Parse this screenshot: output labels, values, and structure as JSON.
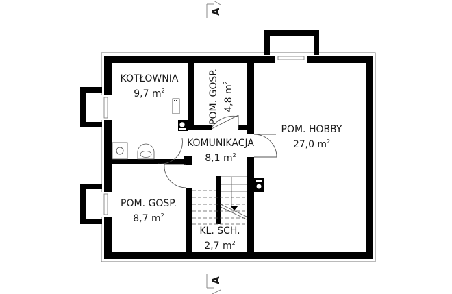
{
  "plan": {
    "wall_color": "#000000",
    "outline_color": "#8c8c8c",
    "background": "#ffffff",
    "text_color": "#1a1a1a"
  },
  "section_markers": {
    "top": {
      "letter": "A"
    },
    "bottom": {
      "letter": "A"
    }
  },
  "rooms": [
    {
      "id": "kotlownia",
      "name": "KOTŁOWNIA",
      "area": "9,7 m",
      "unit_sup": "2"
    },
    {
      "id": "pom-gosp-small",
      "name": "POM. GOSP.",
      "area": "4,8 m",
      "unit_sup": "2"
    },
    {
      "id": "komunikacja",
      "name": "KOMUNIKACJA",
      "area": "8,1 m",
      "unit_sup": "2"
    },
    {
      "id": "pom-hobby",
      "name": "POM. HOBBY",
      "area": "27,0 m",
      "unit_sup": "2"
    },
    {
      "id": "pom-gosp",
      "name": "POM. GOSP.",
      "area": "8,7 m",
      "unit_sup": "2"
    },
    {
      "id": "kl-sch",
      "name": "KL. SCH.",
      "area": "2,7 m",
      "unit_sup": "2"
    }
  ]
}
